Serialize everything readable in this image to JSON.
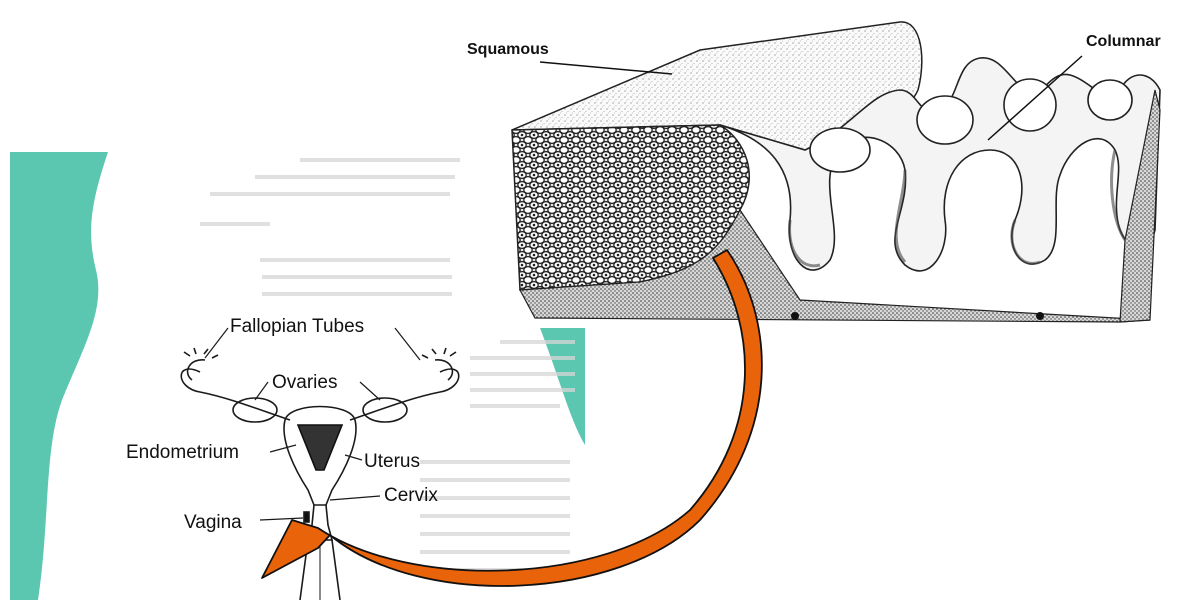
{
  "tissue_labels": {
    "squamous": "Squamous",
    "columnar": "Columnar"
  },
  "anatomy_labels": {
    "fallopian_tubes": "Fallopian Tubes",
    "ovaries": "Ovaries",
    "endometrium": "Endometrium",
    "uterus": "Uterus",
    "cervix": "Cervix",
    "vagina": "Vagina"
  },
  "colors": {
    "arrow": "#e8630a",
    "teal_border": "#5cc7b0",
    "ink": "#111111"
  }
}
